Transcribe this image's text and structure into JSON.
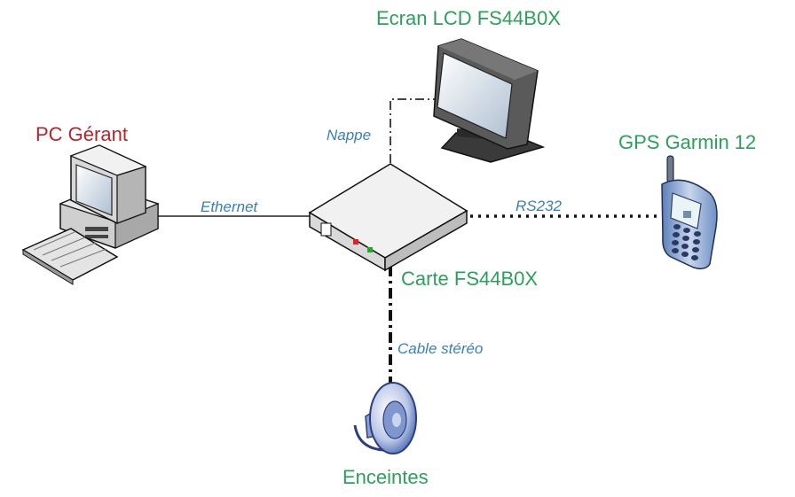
{
  "diagram": {
    "devices": {
      "lcd": {
        "label": "Ecran LCD FS44B0X",
        "color": "#2aa05a"
      },
      "pc": {
        "label": "PC Gérant",
        "color": "#b5252a"
      },
      "gps": {
        "label": "GPS Garmin 12",
        "color": "#2aa05a"
      },
      "card": {
        "label": "Carte FS44B0X",
        "color": "#2aa05a"
      },
      "speaker": {
        "label": "Enceintes",
        "color": "#2aa05a"
      }
    },
    "links": {
      "ethernet": {
        "label": "Ethernet",
        "color": "#3a7fb5"
      },
      "nappe": {
        "label": "Nappe",
        "color": "#3a7fb5"
      },
      "rs232": {
        "label": "RS232",
        "color": "#3a7fb5"
      },
      "stereo": {
        "label": "Cable stéréo",
        "color": "#3a7fb5"
      }
    }
  }
}
